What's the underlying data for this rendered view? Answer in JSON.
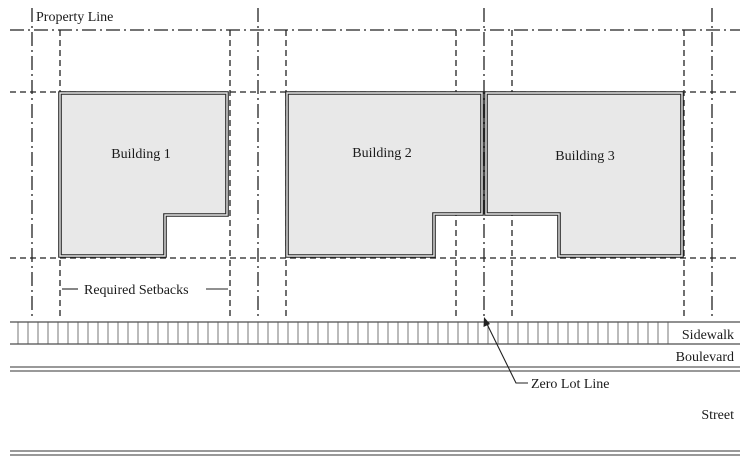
{
  "labels": {
    "property_line": "Property Line",
    "required_setbacks": "Required Setbacks",
    "zero_lot_line": "Zero Lot Line",
    "sidewalk": "Sidewalk",
    "boulevard": "Boulevard",
    "street": "Street"
  },
  "buildings": [
    {
      "id": "building-1",
      "label": "Building 1"
    },
    {
      "id": "building-2",
      "label": "Building 2"
    },
    {
      "id": "building-3",
      "label": "Building 3"
    }
  ]
}
